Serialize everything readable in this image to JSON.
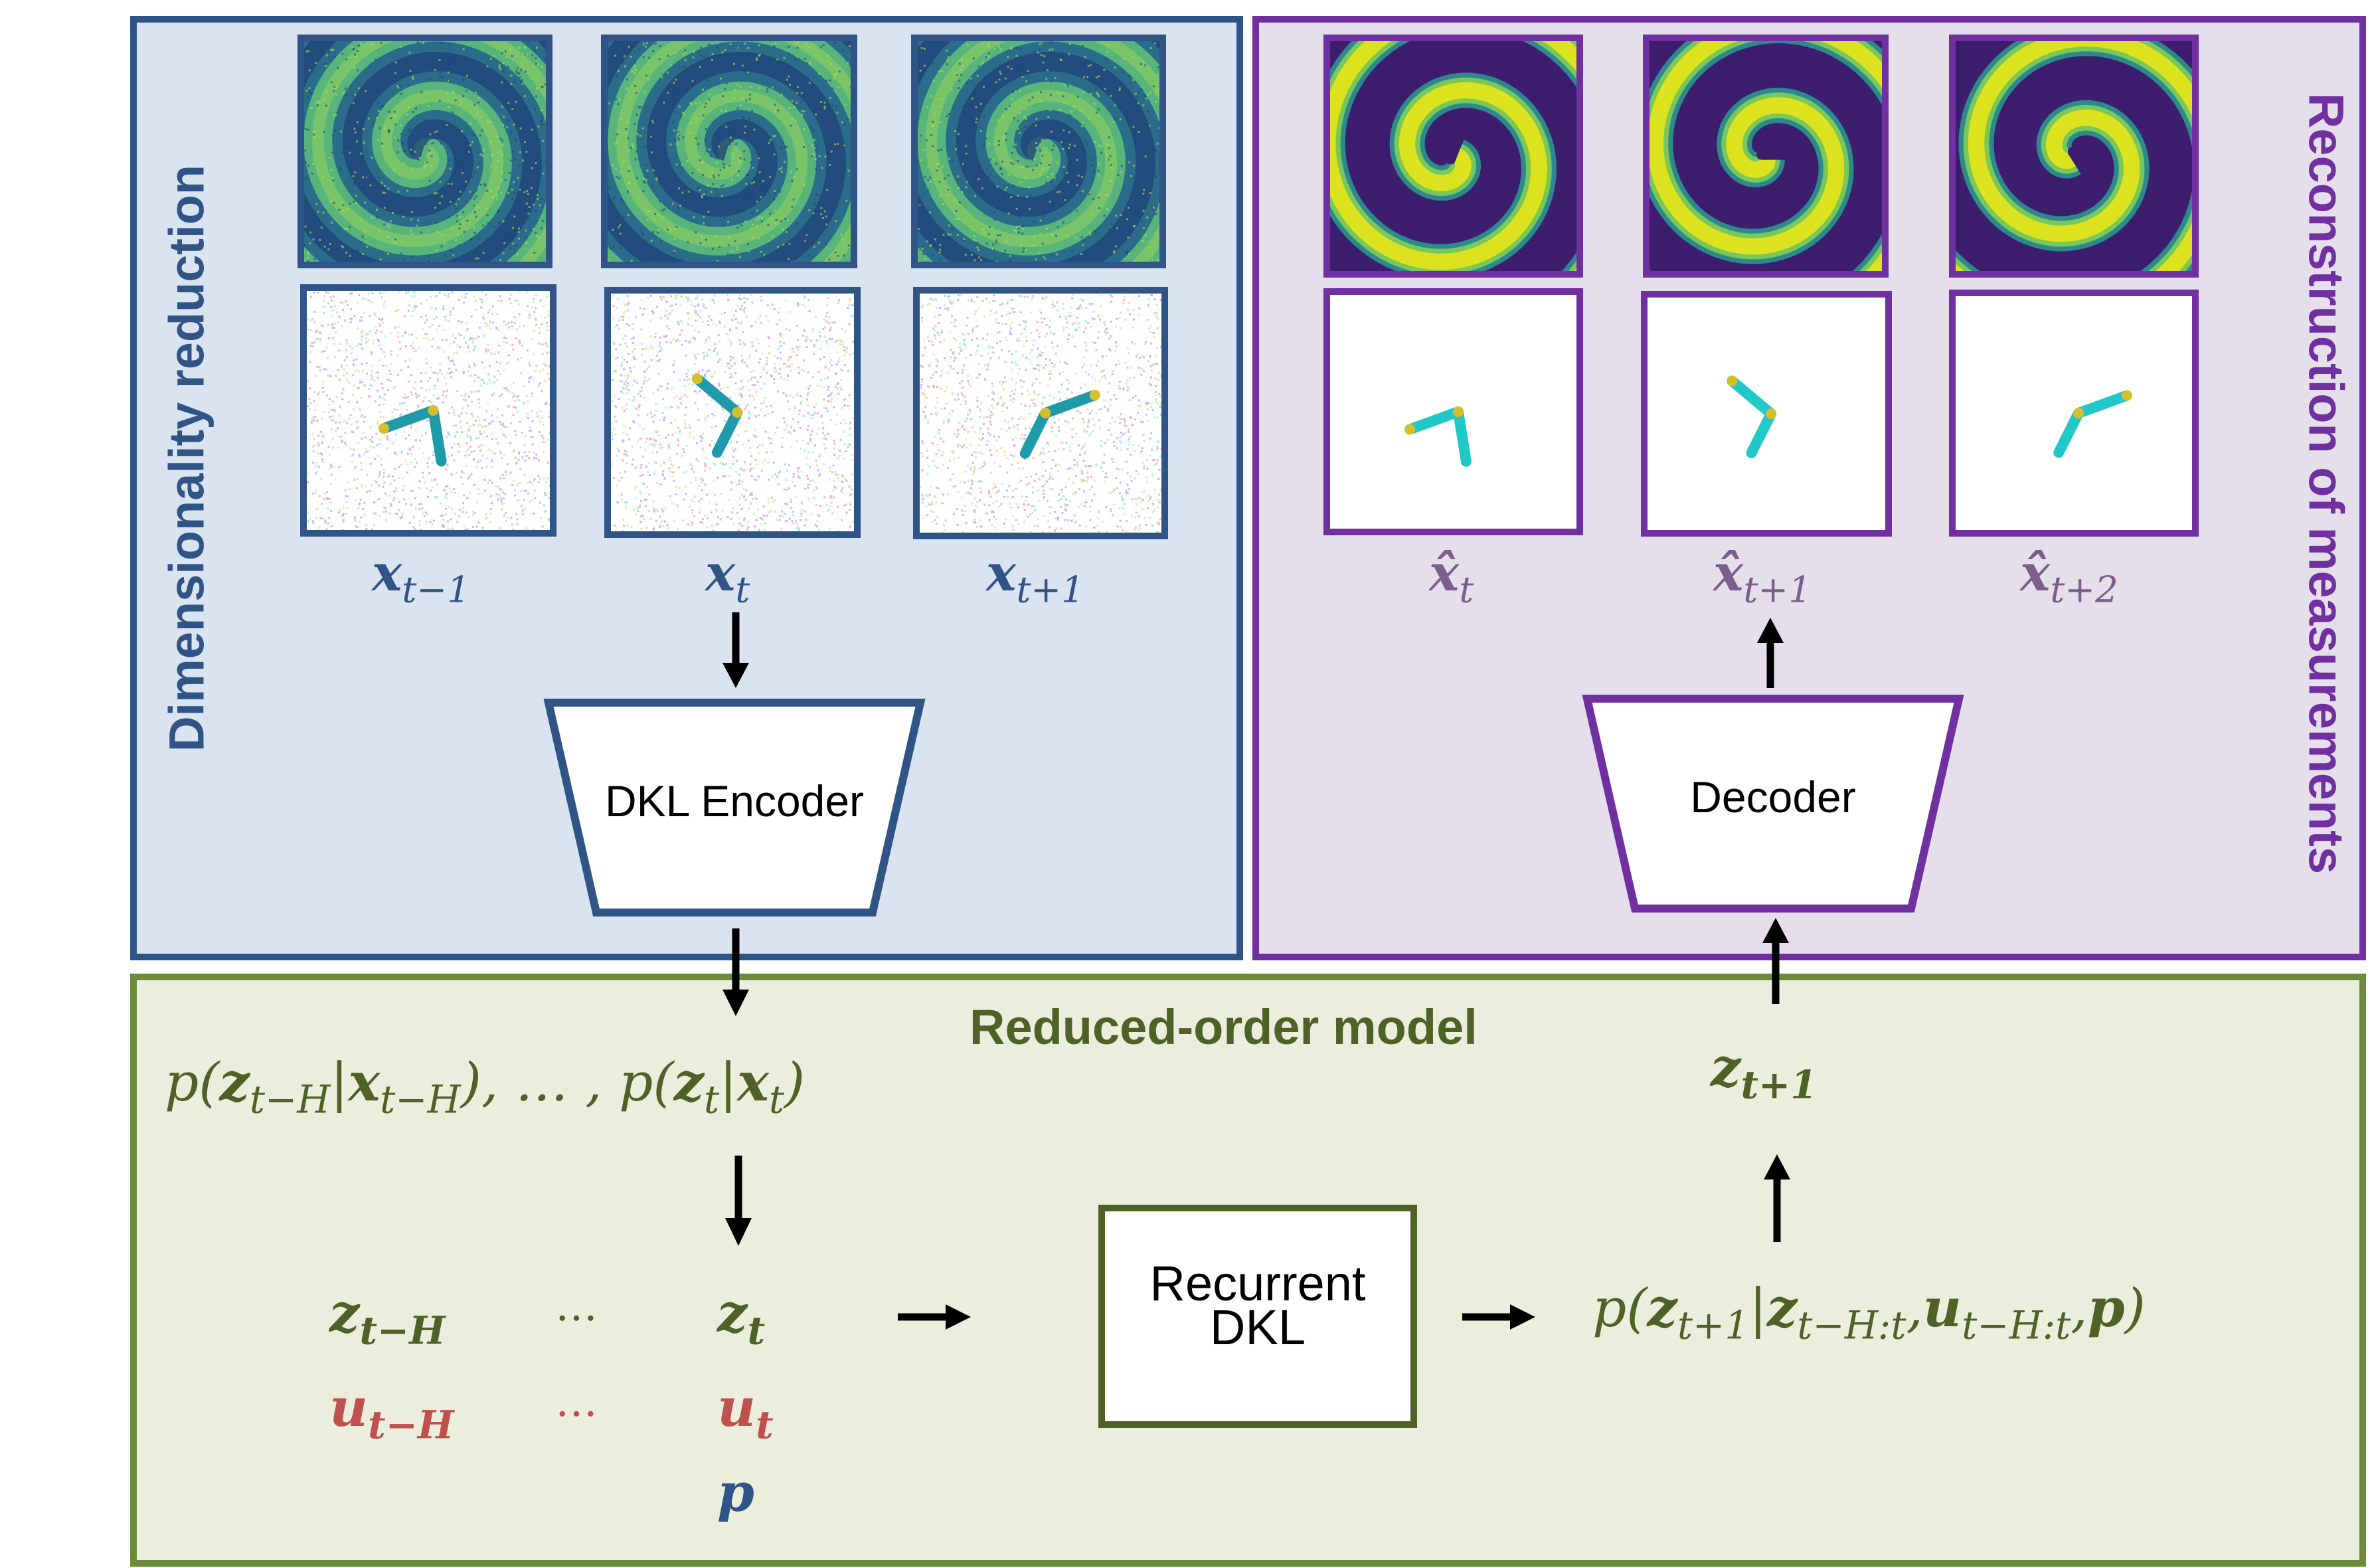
{
  "left_panel": {
    "title": "Dimensionality reduction",
    "labels": [
      "x",
      "x",
      "x"
    ],
    "subs": [
      "t−1",
      "t",
      "t+1"
    ],
    "encoder_label": "DKL Encoder"
  },
  "right_panel": {
    "title": "Reconstruction of measurements",
    "labels": [
      "x̂",
      "x̂",
      "x̂"
    ],
    "subs": [
      "t",
      "t+1",
      "t+2"
    ],
    "decoder_label": "Decoder"
  },
  "bottom_panel": {
    "title": "Reduced-order model",
    "posterior": {
      "p1": "p(",
      "z1": "z",
      "z1_sub": "t−H",
      "bar1": "|",
      "x1": "x",
      "x1_sub": "t−H",
      "mid": "), … , p(",
      "z2": "z",
      "z2_sub": "t",
      "bar2": "|",
      "x2": "x",
      "x2_sub": "t",
      "end": ")"
    },
    "z_next": "z",
    "z_next_sub": "t+1",
    "seq": {
      "z_start": "z",
      "z_start_sub": "t−H",
      "dots1": "…",
      "z_end": "z",
      "z_end_sub": "t",
      "u_start": "u",
      "u_start_sub": "t−H",
      "dots2": "…",
      "u_end": "u",
      "u_end_sub": "t",
      "p": "p"
    },
    "recurrent_label_1": "Recurrent",
    "recurrent_label_2": "DKL",
    "prediction": {
      "p1": "p(",
      "z1": "z",
      "z1_sub": "t+1",
      "bar": "|",
      "z2": "z",
      "z2_sub": "t−H:t",
      "comma1": ",",
      "u": "u",
      "u_sub": "t−H:t",
      "comma2": ",",
      "pp": "p",
      "end": ")"
    }
  },
  "colors": {
    "blue_border": "#2f5485",
    "blue_fill": "#dae3f0",
    "purple_border": "#7030a0",
    "purple_fill": "#e5dfeb",
    "green_border": "#6d8b3c",
    "green_fill": "#ebeedc",
    "green_text": "#4e6228",
    "blue_text": "#2f5485",
    "purple_text": "#7b5e8c",
    "red_text": "#c0504d"
  },
  "icons": [
    "noisy-spiral-image",
    "noisy-pendulum-image",
    "clean-spiral-image",
    "clean-pendulum-image",
    "arrow"
  ]
}
